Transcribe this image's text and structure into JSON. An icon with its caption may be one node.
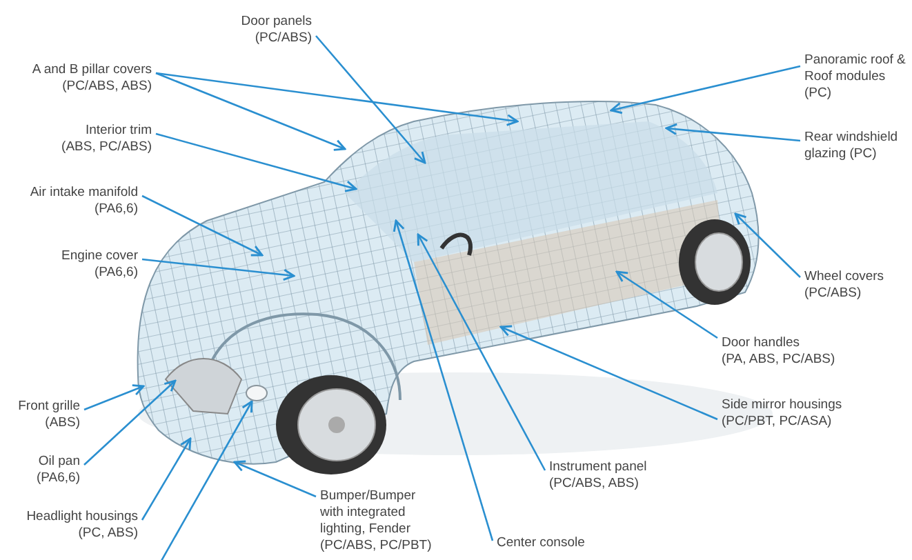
{
  "diagram": {
    "nodes": [
      {
        "text": [
          "Door panels",
          "(PC/ABS)"
        ]
      },
      {
        "text": [
          "A and B pillar covers",
          "(PC/ABS, ABS)"
        ]
      },
      {
        "text": [
          "Panoramic roof & Roof modules",
          "(PC)"
        ]
      },
      {
        "text": [
          "Interior trim",
          "(ABS, PC/ABS)"
        ]
      },
      {
        "text": [
          "Rear windshield glazing (PC)"
        ]
      },
      {
        "text": [
          "Air intake manifold",
          "(PA6,6)"
        ]
      },
      {
        "text": [
          "Engine cover",
          "(PA6,6)"
        ]
      },
      {
        "text": [
          "Wheel covers",
          "(PC/ABS)"
        ]
      },
      {
        "text": [
          "Door handles",
          "(PA, ABS, PC/ABS)"
        ]
      },
      {
        "text": [
          "Front grille",
          "(ABS)"
        ]
      },
      {
        "text": [
          "Side mirror housings",
          "(PC/PBT, PC/ASA)"
        ]
      },
      {
        "text": [
          "Oil pan",
          "(PA6,6)"
        ]
      },
      {
        "text": [
          "Instrument panel",
          "(PC/ABS, ABS)"
        ]
      },
      {
        "text": [
          "Headlight housings",
          "(PC, ABS)"
        ]
      },
      {
        "text": [
          "Bumper/Bumper with integrated lighting, Fender",
          "(PC/ABS, PC/PBT)"
        ]
      },
      {
        "text": [
          "Center console"
        ]
      },
      {
        "text": [],
        "shape": "circle"
      }
    ],
    "edges": [
      {
        "from": 0,
        "to": null,
        "arrow": "to"
      },
      {
        "from": 1,
        "to": null,
        "arrow": "to"
      },
      {
        "from": 1,
        "to": null,
        "arrow": "to"
      },
      {
        "from": 2,
        "to": null,
        "arrow": "to"
      },
      {
        "from": 3,
        "to": null,
        "arrow": "to"
      },
      {
        "from": 4,
        "to": null,
        "arrow": "to"
      },
      {
        "from": 5,
        "to": null,
        "arrow": "to"
      },
      {
        "from": 6,
        "to": null,
        "arrow": "to"
      },
      {
        "from": 7,
        "to": null,
        "arrow": "to"
      },
      {
        "from": 8,
        "to": null,
        "arrow": "to"
      },
      {
        "from": 9,
        "to": null,
        "arrow": "to"
      },
      {
        "from": 10,
        "to": null,
        "arrow": "to"
      },
      {
        "from": 11,
        "to": null,
        "arrow": "to"
      },
      {
        "from": 12,
        "to": null,
        "arrow": "to"
      },
      {
        "from": 13,
        "to": null,
        "arrow": "to"
      },
      {
        "from": 14,
        "to": null,
        "arrow": "to"
      },
      {
        "from": 15,
        "to": null,
        "arrow": "to"
      },
      {
        "from": null,
        "to": 16,
        "arrow": "to"
      }
    ]
  }
}
